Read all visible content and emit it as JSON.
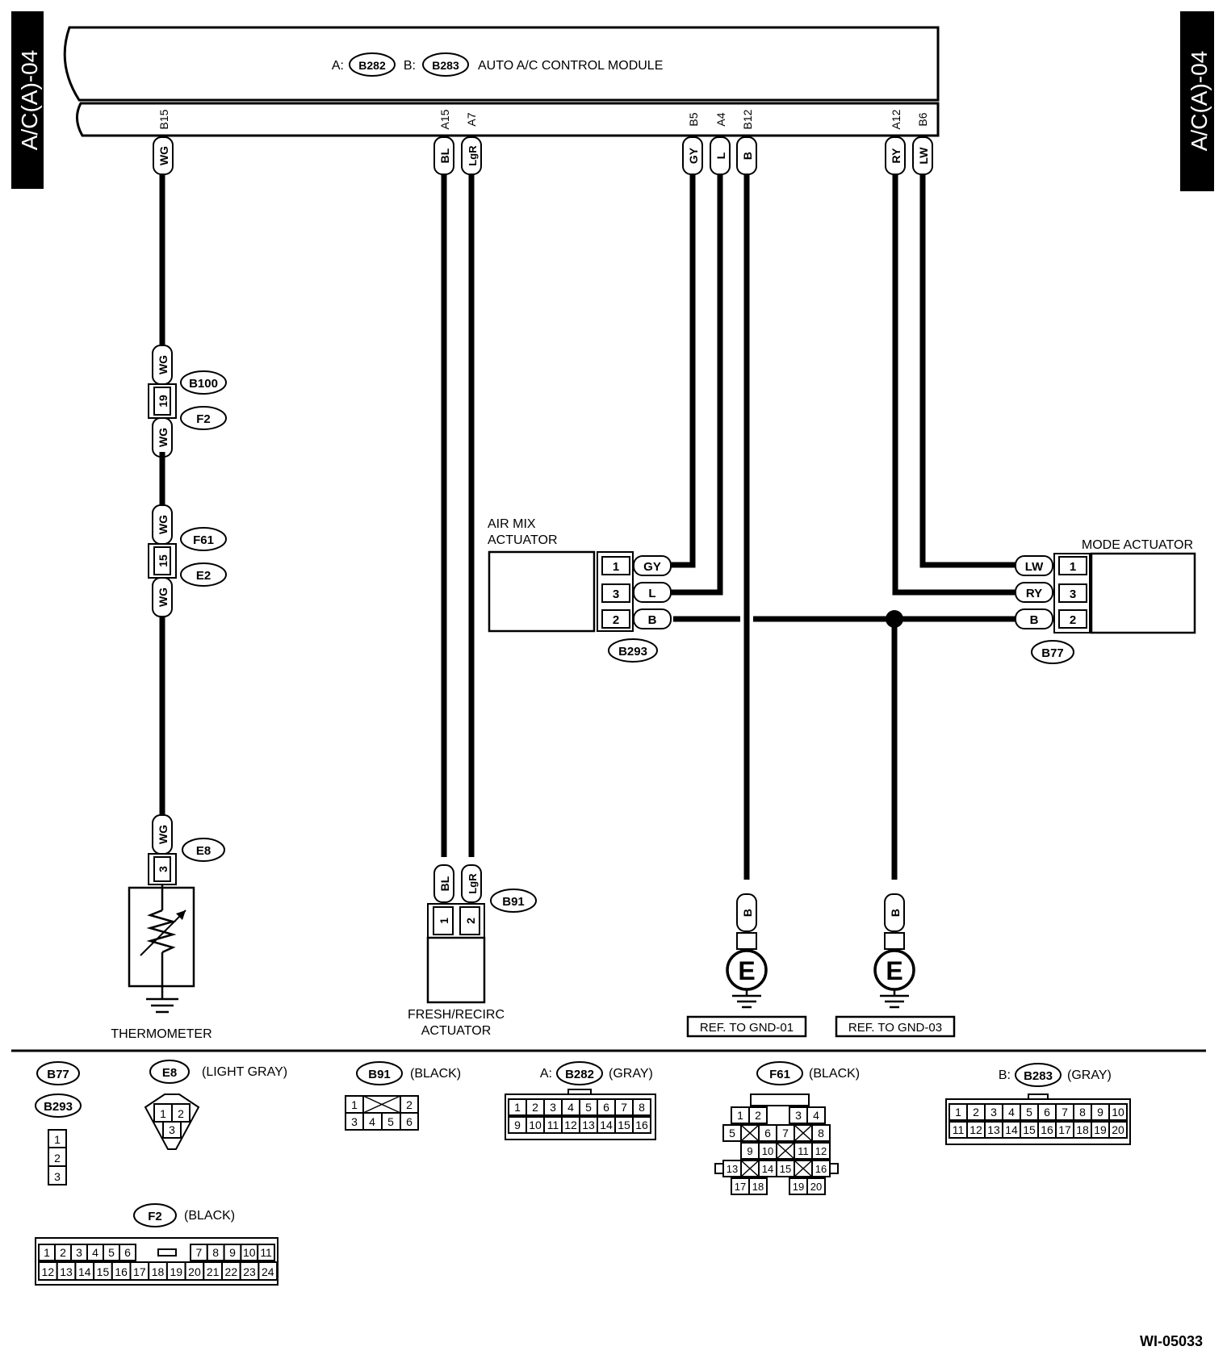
{
  "side_tags": {
    "left": "A/C(A)-04",
    "right": "A/C(A)-04"
  },
  "module": {
    "a_prefix": "A:",
    "a_code": "B282",
    "b_prefix": "B:",
    "b_code": "B283",
    "name": "AUTO A/C CONTROL MODULE"
  },
  "pins": [
    {
      "pin": "B15",
      "color": "WG"
    },
    {
      "pin": "A15",
      "color": "BL"
    },
    {
      "pin": "A7",
      "color": "LgR"
    },
    {
      "pin": "B5",
      "color": "GY"
    },
    {
      "pin": "A4",
      "color": "L"
    },
    {
      "pin": "B12",
      "color": "B"
    },
    {
      "pin": "A12",
      "color": "RY"
    },
    {
      "pin": "B6",
      "color": "LW"
    }
  ],
  "thermo_chain": {
    "wire": "WG",
    "b100": "B100",
    "f2": "F2",
    "pin19": "19",
    "f61": "F61",
    "e2": "E2",
    "pin15": "15",
    "e8": "E8",
    "pin3": "3",
    "label": "THERMOMETER"
  },
  "fresh": {
    "bl": "BL",
    "lgr": "LgR",
    "p1": "1",
    "p2": "2",
    "conn": "B91",
    "label1": "FRESH/RECIRC",
    "label2": "ACTUATOR"
  },
  "air_mix": {
    "label1": "AIR MIX",
    "label2": "ACTUATOR",
    "conn": "B293",
    "rows": [
      {
        "pin": "1",
        "color": "GY"
      },
      {
        "pin": "3",
        "color": "L"
      },
      {
        "pin": "2",
        "color": "B"
      }
    ]
  },
  "mode": {
    "label": "MODE ACTUATOR",
    "conn": "B77",
    "rows": [
      {
        "pin": "1",
        "color": "LW"
      },
      {
        "pin": "3",
        "color": "RY"
      },
      {
        "pin": "2",
        "color": "B"
      }
    ]
  },
  "grounds": [
    {
      "wire": "B",
      "symbol": "E",
      "ref": "REF. TO GND-01"
    },
    {
      "wire": "B",
      "symbol": "E",
      "ref": "REF. TO GND-03"
    }
  ],
  "legend": {
    "b77_b293": {
      "b77": "B77",
      "b293": "B293",
      "pins": [
        "1",
        "2",
        "3"
      ]
    },
    "e8": {
      "code": "E8",
      "color": "(LIGHT GRAY)",
      "pins": [
        "1",
        "2",
        "3"
      ]
    },
    "b91": {
      "code": "B91",
      "color": "(BLACK)",
      "row1": [
        "1",
        "2"
      ],
      "row2": [
        "3",
        "4",
        "5",
        "6"
      ]
    },
    "b282": {
      "prefix": "A:",
      "code": "B282",
      "color": "(GRAY)",
      "row1": [
        "1",
        "2",
        "3",
        "4",
        "5",
        "6",
        "7",
        "8"
      ],
      "row2": [
        "9",
        "10",
        "11",
        "12",
        "13",
        "14",
        "15",
        "16"
      ]
    },
    "f61": {
      "code": "F61",
      "color": "(BLACK)",
      "row1": [
        "1",
        "2",
        "3",
        "4"
      ],
      "row2": [
        "5",
        "6",
        "7",
        "8"
      ],
      "row3": [
        "9",
        "10",
        "11",
        "12"
      ],
      "row4": [
        "13",
        "14",
        "15",
        "16"
      ],
      "row5": [
        "17",
        "18",
        "19",
        "20"
      ]
    },
    "b283": {
      "prefix": "B:",
      "code": "B283",
      "color": "(GRAY)",
      "row1": [
        "1",
        "2",
        "3",
        "4",
        "5",
        "6",
        "7",
        "8",
        "9",
        "10"
      ],
      "row2": [
        "11",
        "12",
        "13",
        "14",
        "15",
        "16",
        "17",
        "18",
        "19",
        "20"
      ]
    },
    "f2": {
      "code": "F2",
      "color": "(BLACK)",
      "row1a": [
        "1",
        "2",
        "3",
        "4",
        "5",
        "6"
      ],
      "row1b": [
        "7",
        "8",
        "9",
        "10",
        "11"
      ],
      "row2": [
        "12",
        "13",
        "14",
        "15",
        "16",
        "17",
        "18",
        "19",
        "20",
        "21",
        "22",
        "23",
        "24"
      ]
    }
  },
  "footer": {
    "code": "WI-05033"
  }
}
